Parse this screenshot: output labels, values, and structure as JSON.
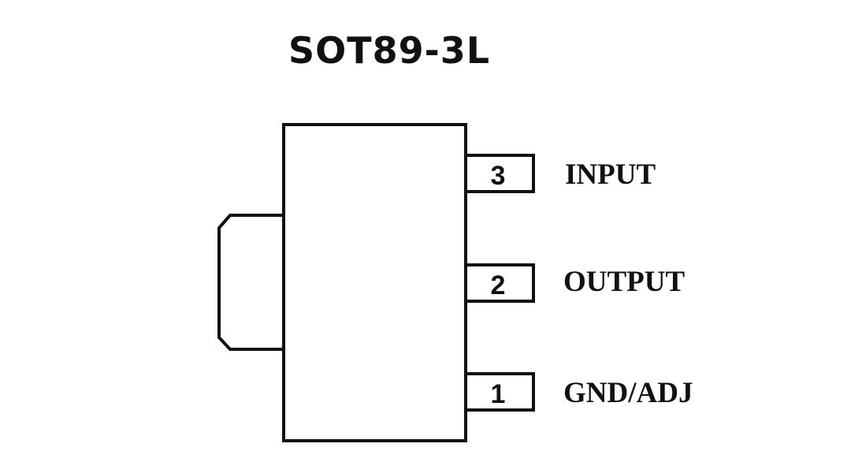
{
  "title": "SOT89-3L",
  "pins": [
    {
      "number": "3",
      "label": "INPUT"
    },
    {
      "number": "2",
      "label": "OUTPUT"
    },
    {
      "number": "1",
      "label": "GND/ADJ"
    }
  ],
  "colors": {
    "line": "#111111",
    "background": "#ffffff"
  }
}
